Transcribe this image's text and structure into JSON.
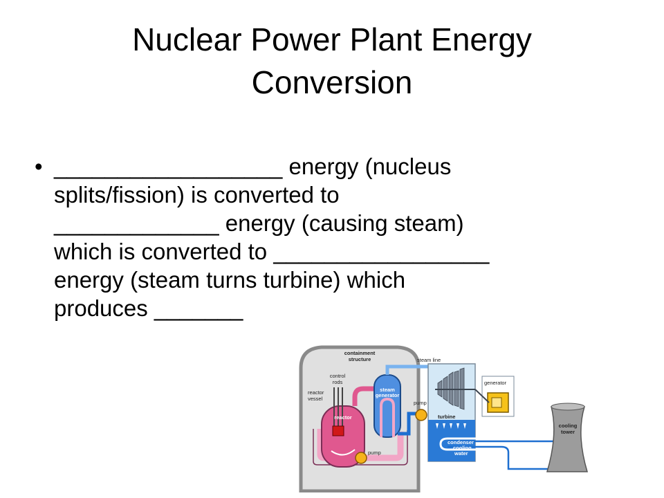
{
  "slide": {
    "title_line1": "Nuclear Power Plant Energy",
    "title_line2": "Conversion",
    "bullet_symbol": "•",
    "bullet_lines": [
      "__________________ energy (nucleus",
      "splits/fission) is converted to",
      "_____________ energy (causing steam)",
      "which is converted to _________________",
      "energy (steam turns turbine) which",
      "produces _______"
    ]
  },
  "diagram": {
    "labels": {
      "containment_1": "containment",
      "containment_2": "structure",
      "control_rods_1": "control",
      "control_rods_2": "rods",
      "reactor_vessel_1": "reactor",
      "reactor_vessel_2": "vessel",
      "reactor": "reactor",
      "steam_generator_1": "steam",
      "steam_generator_2": "generator",
      "steam_line": "steam line",
      "pump_left": "pump",
      "pump_right": "pump",
      "turbine": "turbine",
      "generator": "generator",
      "condenser_1": "condenser",
      "condenser_2": "cooling",
      "condenser_3": "water",
      "cooling_tower_1": "cooling",
      "cooling_tower_2": "tower"
    },
    "colors": {
      "containment": "#e0e0e0",
      "containment_border": "#8a8a8a",
      "reactor": "#e0588f",
      "reactor_loop": "#f2a6c6",
      "steam_generator": "#4f8fe0",
      "water_blue": "#1e6fd0",
      "turbine_housing": "#d4e8f6",
      "generator": "#f6c21a",
      "pump": "#f6b31a",
      "cooling_tower": "#9c9c9c"
    }
  }
}
